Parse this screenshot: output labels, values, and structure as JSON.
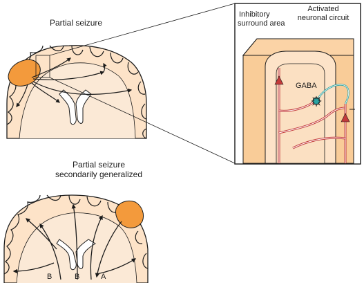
{
  "top_panel": {
    "title": "Partial seizure"
  },
  "bottom_panel": {
    "title_line1": "Partial seizure",
    "title_line2": "secondarily generalized",
    "pathway_labels": [
      "B",
      "B",
      "A"
    ]
  },
  "inset": {
    "label_inhibitory_line1": "Inhibitory",
    "label_inhibitory_line2": "surround area",
    "label_activated_line1": "Activated",
    "label_activated_line2": "neuronal circuit",
    "label_gaba": "GABA"
  },
  "colors": {
    "focus_orange": "#f39a3c",
    "cortex_fill": "#fde3c8",
    "surround_fill": "#f9cc98",
    "circuit_fill": "#fbe0c2",
    "neuron_red": "#c33b3b",
    "gaba_teal": "#2aa3a3",
    "outline": "#1a1a1a"
  }
}
